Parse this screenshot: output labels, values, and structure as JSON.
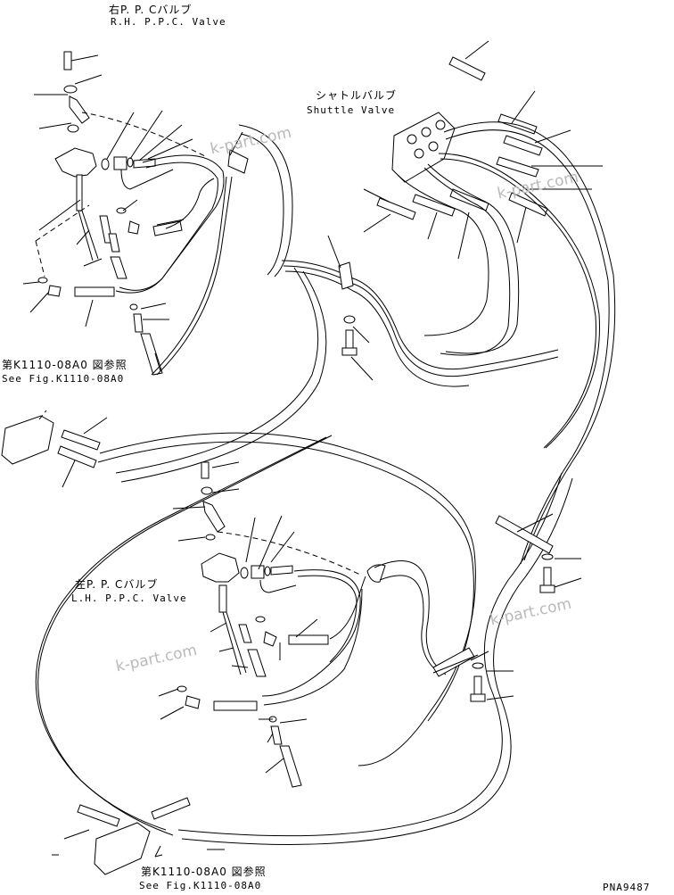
{
  "diagram": {
    "labels": {
      "rh_ppc_jp": "右P. P. Cバルブ",
      "rh_ppc_en": "R.H. P.P.C. Valve",
      "shuttle_jp": "シャトルバルブ",
      "shuttle_en": "Shuttle Valve",
      "ref_top_jp": "第K1110-08A0 図参照",
      "ref_top_en": "See Fig.K1110-08A0",
      "lh_ppc_jp": "左P. P. Cバルブ",
      "lh_ppc_en": "L.H. P.P.C. Valve",
      "ref_bottom_jp": "第K1110-08A0 図参照",
      "ref_bottom_en": "See Fig.K1110-08A0",
      "drawing_no": "PNA9487"
    },
    "watermarks": [
      "k-part.com",
      "k-part.com",
      "k-part.com",
      "k-part.com"
    ]
  }
}
